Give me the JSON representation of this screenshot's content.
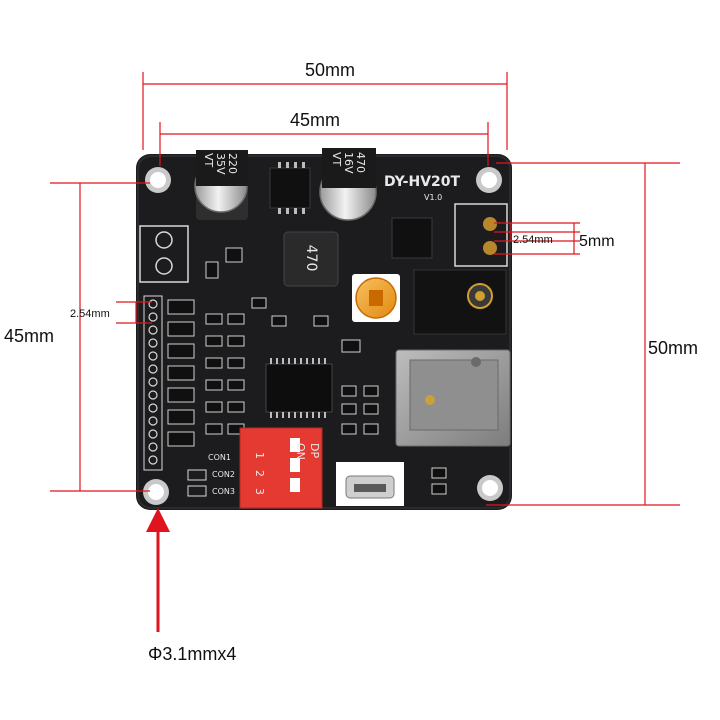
{
  "dimensions": {
    "overall_width": "50mm",
    "hole_spacing_x": "45mm",
    "hole_spacing_y": "45mm",
    "overall_height": "50mm",
    "pin_pitch_left": "2.54mm",
    "pin_pitch_right": "2.54mm",
    "terminal_block": "5mm",
    "mount_hole": "Φ3.1mmx4"
  },
  "board": {
    "model": "DY-HV20T",
    "version": "V1.0",
    "cap_left": [
      "220",
      "35V",
      "VT"
    ],
    "cap_right": [
      "470",
      "16V",
      "VT"
    ],
    "inductor": "470",
    "dip_on": "ON",
    "dip_dp": "DP",
    "dip_numbers": [
      "1",
      "2",
      "3"
    ],
    "con_labels": [
      "CON1",
      "CON2",
      "CON3"
    ]
  },
  "colors": {
    "pcb": "#1c1c1e",
    "dimension_line": "#e0141e",
    "dip_switch": "#e43a32",
    "potentiometer": "#f0a020",
    "sd_slot": "#9a9a9a"
  }
}
